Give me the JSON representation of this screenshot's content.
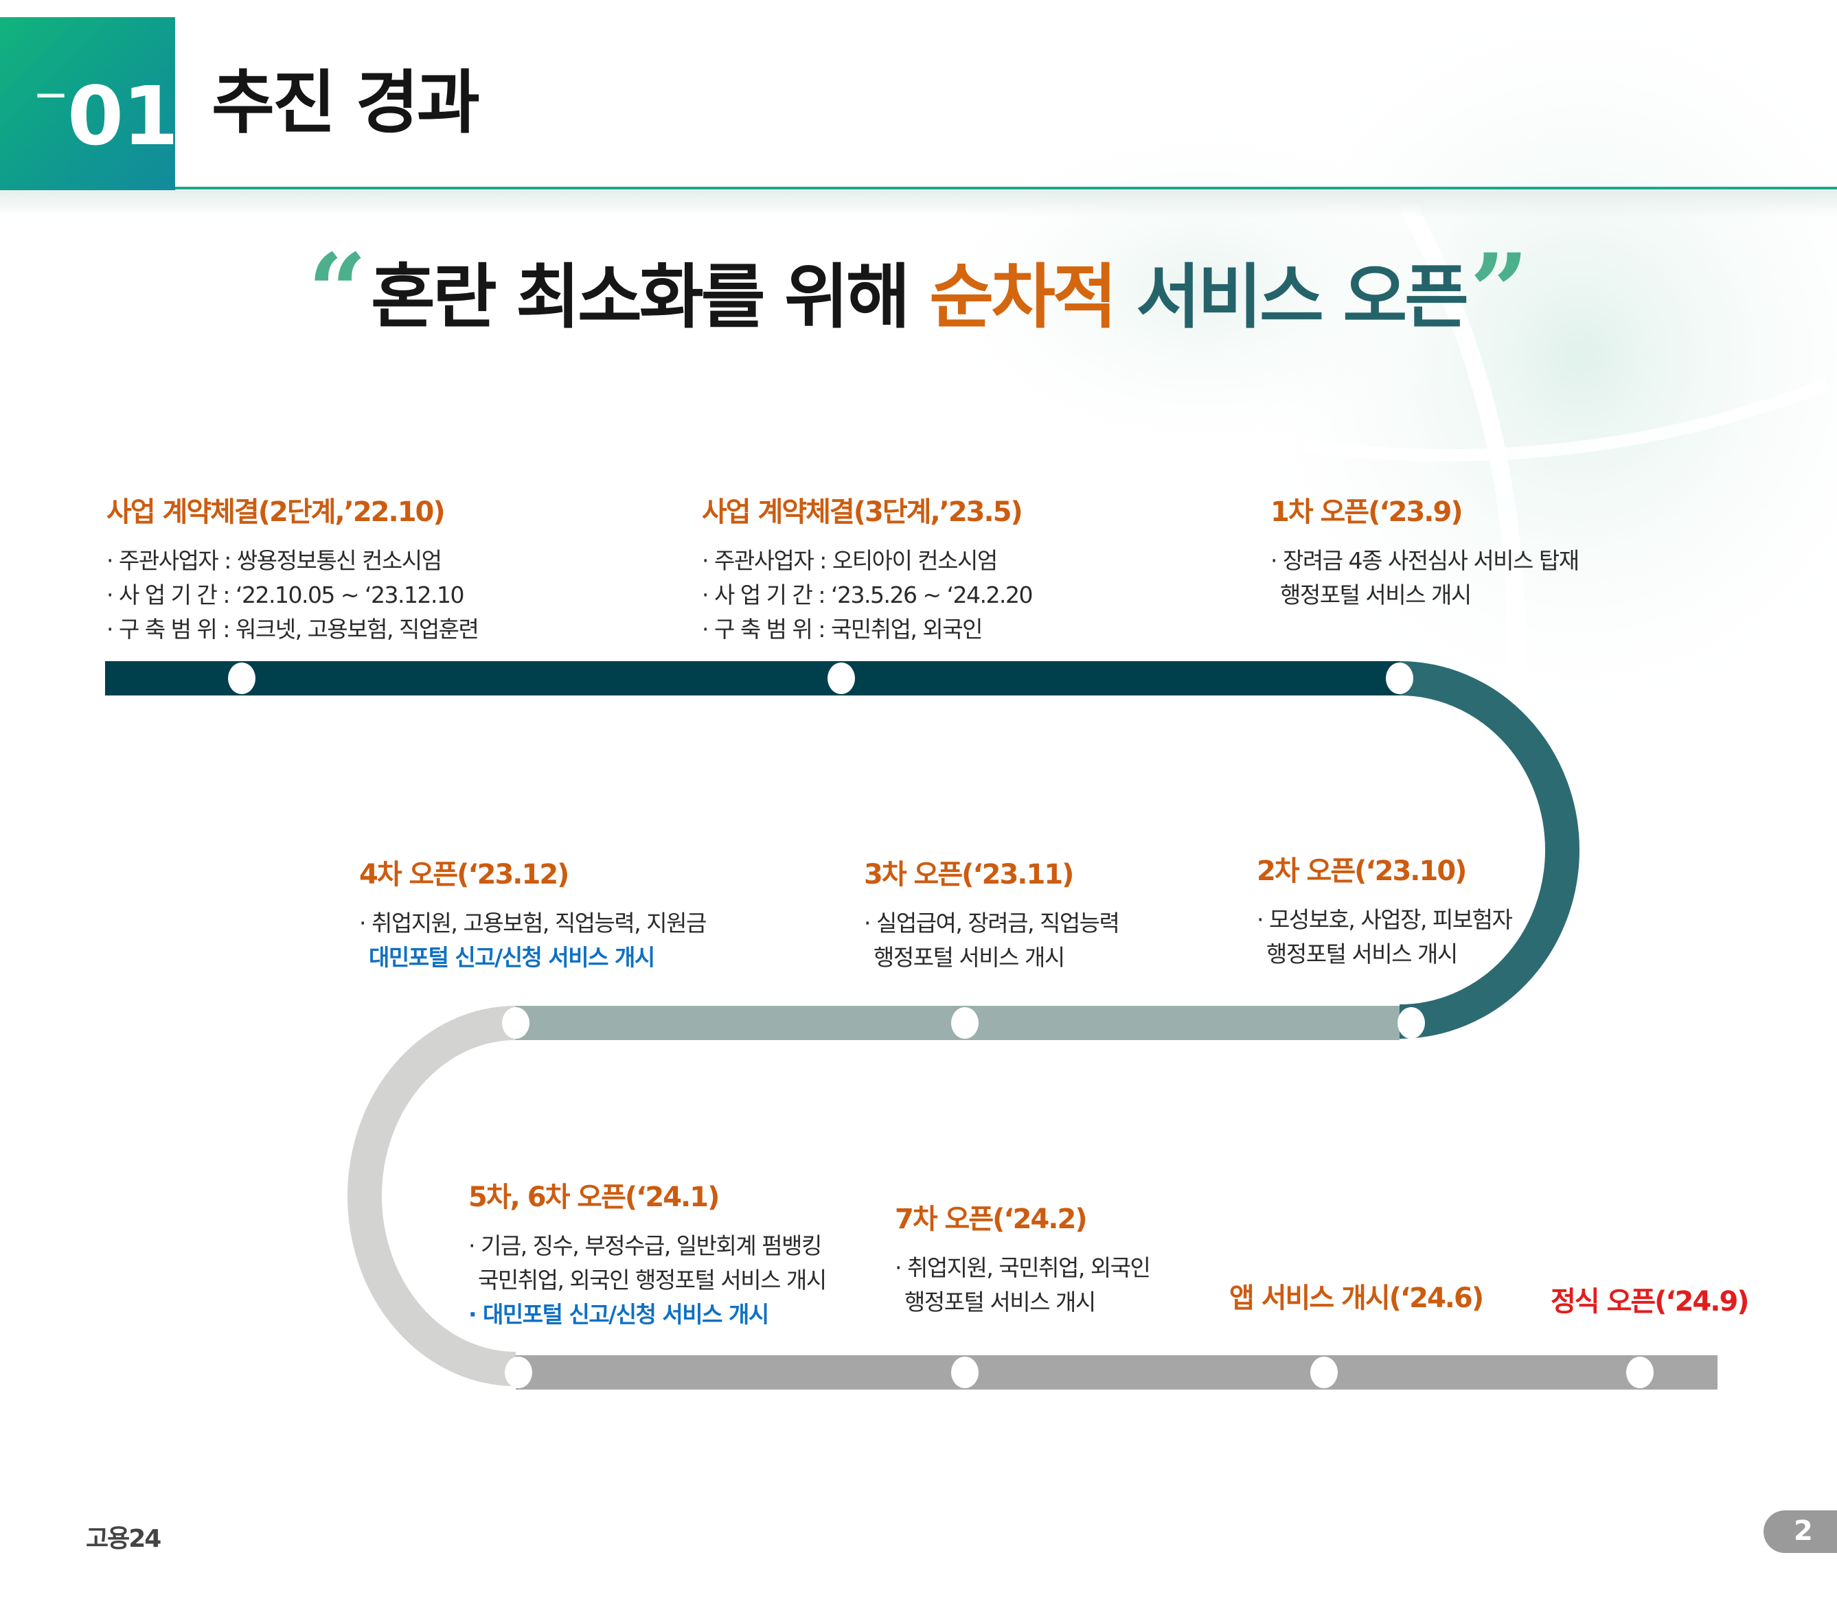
{
  "header": {
    "section_dash": "—",
    "section_number": "01",
    "section_title": "추진 경과"
  },
  "headline": {
    "quote_open": "“",
    "quote_close": "”",
    "part1": "혼란 최소화를 위해 ",
    "part2": "순차적",
    "part3": " 서비스 오픈",
    "colors": {
      "orange": "#d4660f",
      "teal": "#25636a"
    }
  },
  "timeline": {
    "colors": {
      "row1": "#00404d",
      "curve1": "#2d6b72",
      "row2": "#9bb0ac",
      "curve2": "#d3d3d1",
      "row3": "#a6a6a6"
    },
    "milestones": [
      {
        "title": "사업 계약체결(2단계,’22.10)",
        "lines": [
          "· 주관사업자 : 쌍용정보통신 컨소시엄",
          "· 사 업 기 간 : ‘22.10.05 ~ ‘23.12.10",
          "· 구 축 범 위 : 워크넷, 고용보험, 직업훈련"
        ]
      },
      {
        "title": "사업 계약체결(3단계,’23.5)",
        "lines": [
          "· 주관사업자 : 오티아이 컨소시엄",
          "· 사 업 기 간 : ‘23.5.26 ~ ‘24.2.20",
          "· 구 축 범 위 : 국민취업, 외국인"
        ]
      },
      {
        "title": "1차 오픈(‘23.9)",
        "lines": [
          "· 장려금 4종 사전심사 서비스 탑재",
          "행정포털 서비스 개시"
        ]
      },
      {
        "title": "2차 오픈(‘23.10)",
        "lines": [
          "· 모성보호, 사업장, 피보험자",
          "행정포털 서비스 개시"
        ]
      },
      {
        "title": "3차 오픈(‘23.11)",
        "lines": [
          "· 실업급여, 장려금, 직업능력",
          "행정포털 서비스 개시"
        ]
      },
      {
        "title": "4차 오픈(‘23.12)",
        "lines": [
          "· 취업지원, 고용보험, 직업능력, 지원금"
        ],
        "blue_lines": [
          "대민포털 신고/신청 서비스 개시"
        ]
      },
      {
        "title": "5차, 6차 오픈(‘24.1)",
        "lines": [
          "· 기금, 징수, 부정수급, 일반회계 펌뱅킹",
          "국민취업, 외국인 행정포털 서비스 개시"
        ],
        "blue_lines": [
          "· 대민포털 신고/신청 서비스 개시"
        ]
      },
      {
        "title": "7차 오픈(‘24.2)",
        "lines": [
          "· 취업지원, 국민취업, 외국인",
          "행정포털 서비스 개시"
        ]
      },
      {
        "title": "앱 서비스 개시(‘24.6)",
        "lines": []
      },
      {
        "title": "정식 오픈(‘24.9)",
        "lines": []
      }
    ]
  },
  "footer": {
    "brand": "고용24",
    "page_number": "2"
  }
}
